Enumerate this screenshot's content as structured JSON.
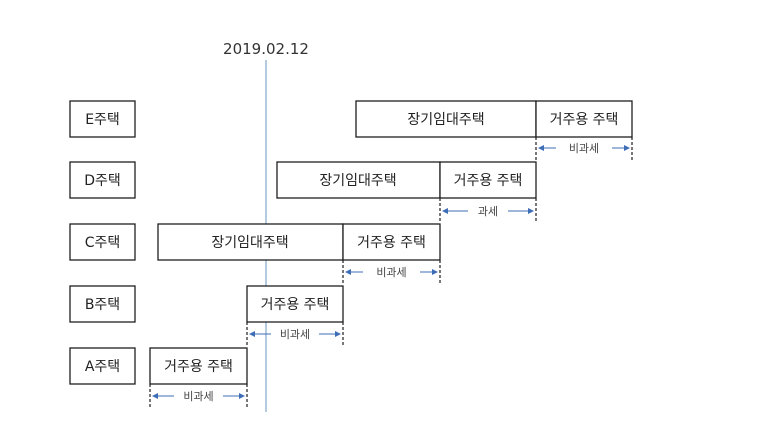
{
  "date_marker": {
    "label": "2019.02.12"
  },
  "colors": {
    "marker_line": "#9bb8d3",
    "arrow": "#3d6db5",
    "box_border": "#1f1f1f",
    "dashed": "#1f1f1f"
  },
  "houses": [
    {
      "label": "E주택",
      "segments": [
        {
          "text": "장기임대주택"
        },
        {
          "text": "거주용 주택"
        }
      ],
      "span": {
        "text": "비과세"
      }
    },
    {
      "label": "D주택",
      "segments": [
        {
          "text": "장기임대주택"
        },
        {
          "text": "거주용 주택"
        }
      ],
      "span": {
        "text": "과세"
      }
    },
    {
      "label": "C주택",
      "segments": [
        {
          "text": "장기임대주택"
        },
        {
          "text": "거주용 주택"
        }
      ],
      "span": {
        "text": "비과세"
      }
    },
    {
      "label": "B주택",
      "segments": [
        {
          "text": "거주용 주택"
        }
      ],
      "span": {
        "text": "비과세"
      }
    },
    {
      "label": "A주택",
      "segments": [
        {
          "text": "거주용 주택"
        }
      ],
      "span": {
        "text": "비과세"
      }
    }
  ]
}
